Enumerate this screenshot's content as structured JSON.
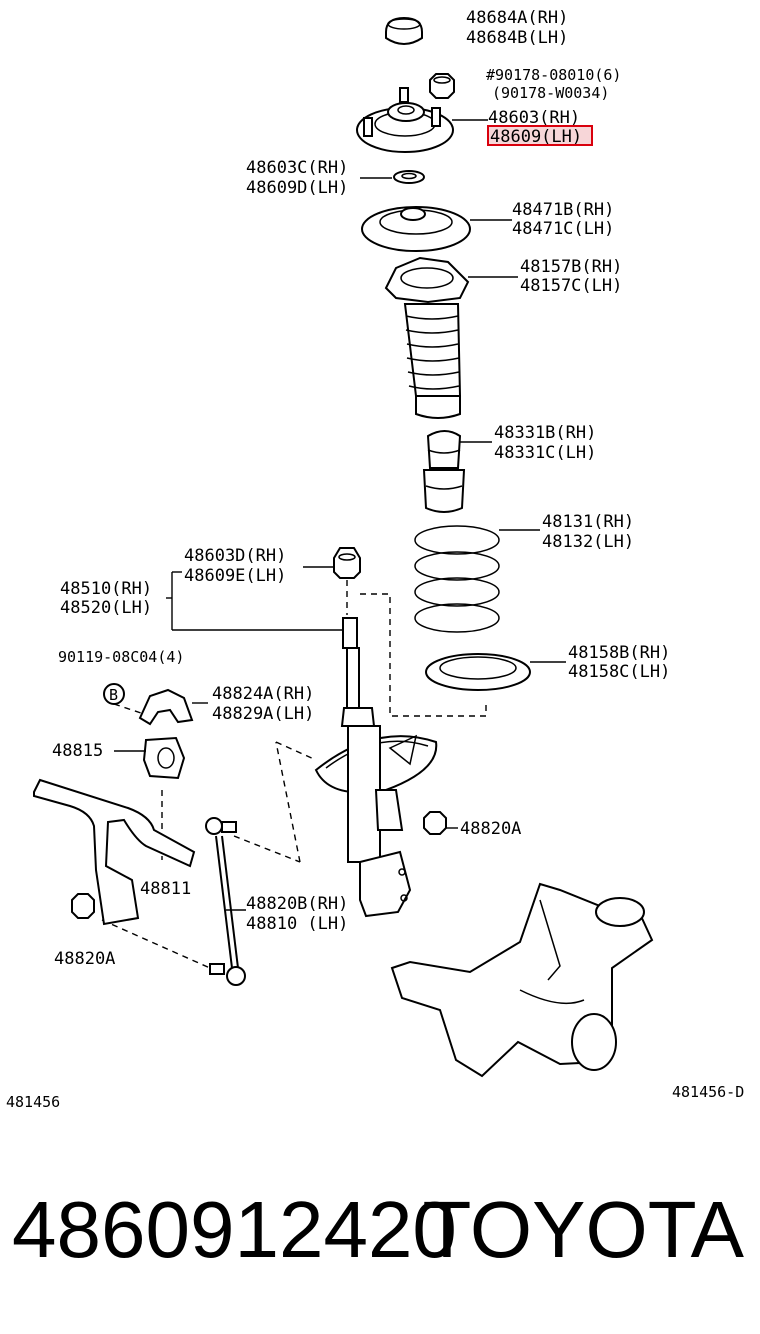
{
  "labels": {
    "l48684a": "48684A(RH)",
    "l48684b": "48684B(LH)",
    "l90178a": "#90178-08010(6)",
    "l90178b": "(90178-W0034)",
    "l48603": "48603(RH)",
    "l48609": "48609(LH)",
    "l48603c": "48603C(RH)",
    "l48609d": "48609D(LH)",
    "l48471b": "48471B(RH)",
    "l48471c": "48471C(LH)",
    "l48157b": "48157B(RH)",
    "l48157c": "48157C(LH)",
    "l48331b": "48331B(RH)",
    "l48331c": "48331C(LH)",
    "l48131": "48131(RH)",
    "l48132": "48132(LH)",
    "l48603d": "48603D(RH)",
    "l48609e": "48609E(LH)",
    "l48510": "48510(RH)",
    "l48520": "48520(LH)",
    "l90119": "90119-08C04(4)",
    "lB": "B",
    "l48158b": "48158B(RH)",
    "l48158c": "48158C(LH)",
    "l48824a": "48824A(RH)",
    "l48829a": "48829A(LH)",
    "l48815": "48815",
    "l48820a_r": "48820A",
    "l48811": "48811",
    "l48820b": "48820B(RH)",
    "l48810": "48810 (LH)",
    "l48820a_l": "48820A",
    "fig_left": "481456",
    "fig_right": "481456-D"
  },
  "highlight": {
    "part": "48609(LH)",
    "color": "#d9000d"
  },
  "footer": {
    "part_number": "4860912420",
    "brand": "TOYOTA"
  }
}
